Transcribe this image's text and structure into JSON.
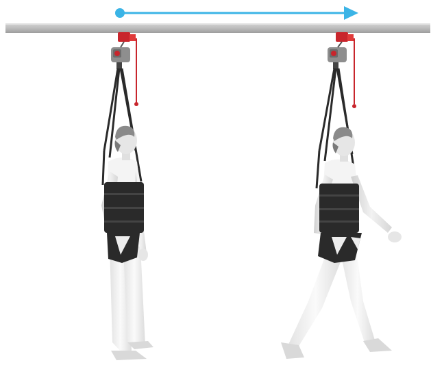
{
  "diagram": {
    "title": "",
    "direction_arrow": {
      "color": "#3BB4E6",
      "direction": "right"
    },
    "rail": {
      "color": "#B9B9B9"
    },
    "hoist": {
      "color": "#C8252C",
      "body_color": "#8E8E8E"
    },
    "harness": {
      "color": "#2A2A2A"
    },
    "figures": [
      {
        "pose": "standing",
        "shirt": "#F4F4F4",
        "skin": "#E6E6E6"
      },
      {
        "pose": "walking",
        "shirt": "#F4F4F4",
        "skin": "#E6E6E6"
      }
    ]
  }
}
